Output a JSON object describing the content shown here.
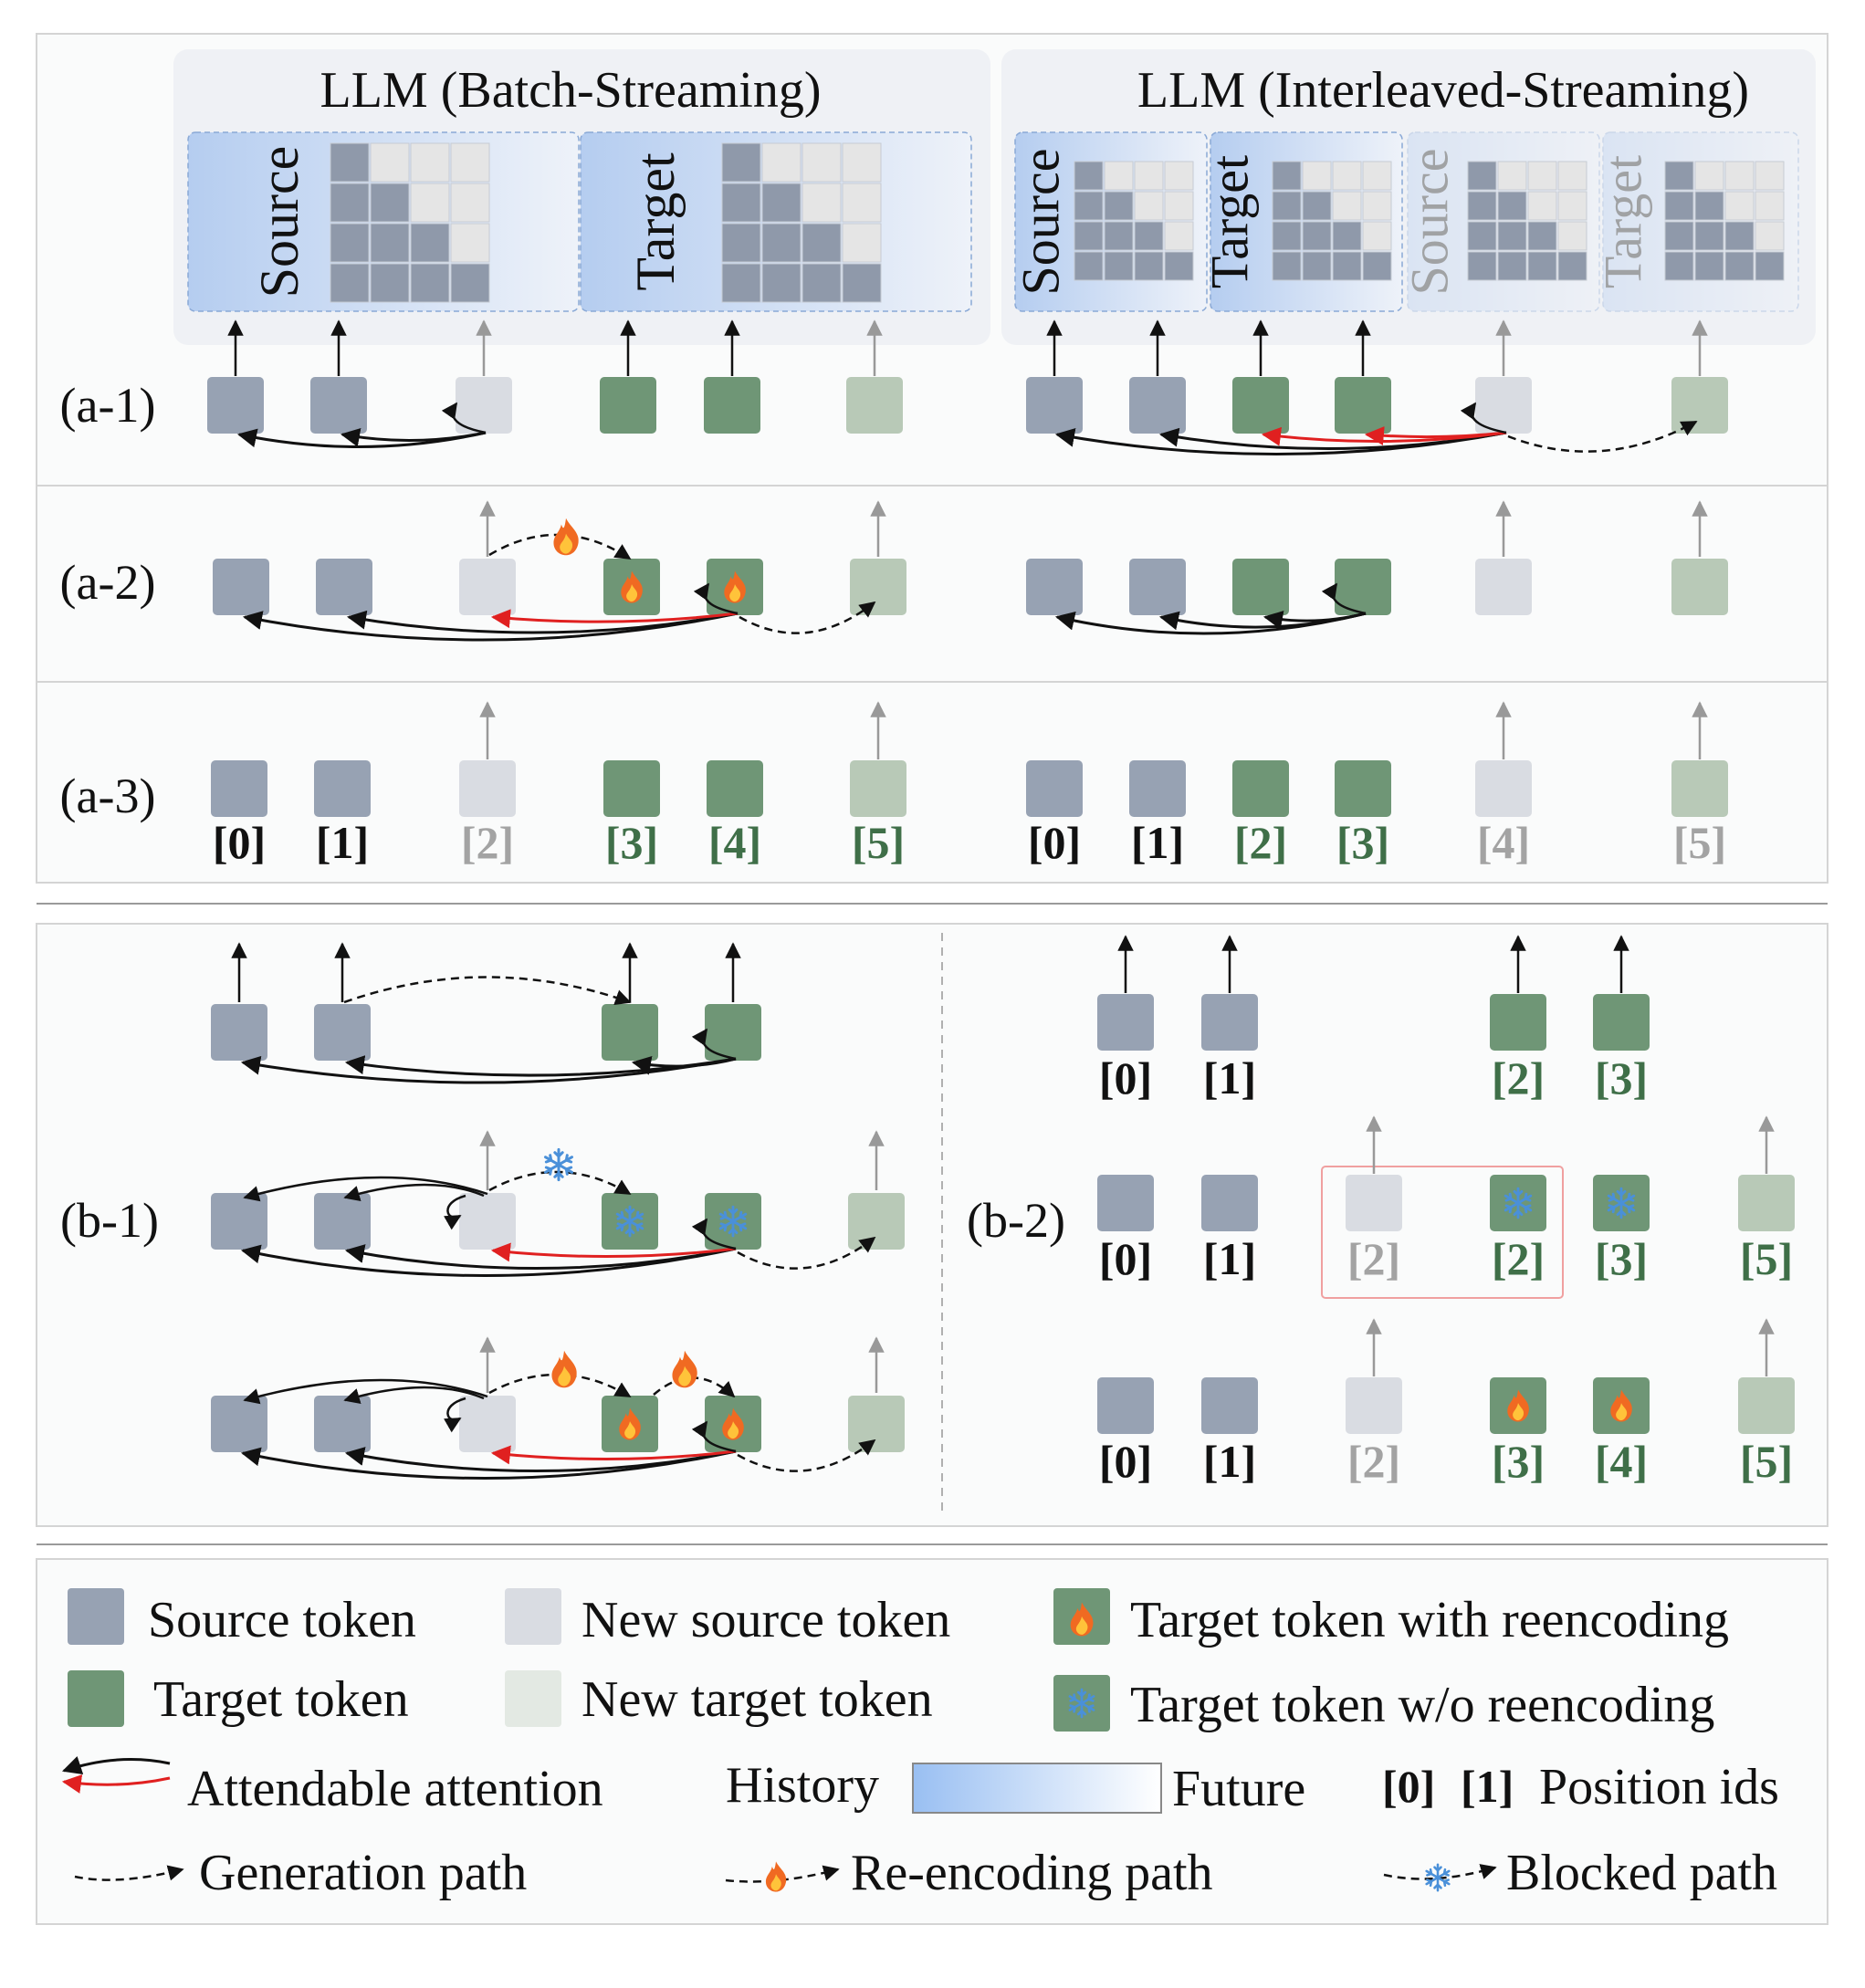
{
  "top": {
    "batch_title": "LLM (Batch-Streaming)",
    "inter_title": "LLM (Interleaved-Streaming)",
    "source_label": "Source",
    "target_label": "Target"
  },
  "rows": {
    "a1": "(a-1)",
    "a2": "(a-2)",
    "a3": "(a-3)",
    "b1": "(b-1)",
    "b2": "(b-2)"
  },
  "positions": {
    "a3_left": [
      "[0]",
      "[1]",
      "[2]",
      "[3]",
      "[4]",
      "[5]"
    ],
    "a3_right": [
      "[0]",
      "[1]",
      "[2]",
      "[3]",
      "[4]",
      "[5]"
    ],
    "b2_top": [
      "[0]",
      "[1]",
      "[2]",
      "[3]"
    ],
    "b2_mid": [
      "[0]",
      "[1]",
      "[2]",
      "[2]",
      "[3]",
      "[5]"
    ],
    "b2_bot": [
      "[0]",
      "[1]",
      "[2]",
      "[3]",
      "[4]",
      "[5]"
    ]
  },
  "legend": {
    "source_token": "Source token",
    "new_source_token": "New source token",
    "target_reenc": "Target token with reencoding",
    "target_token": "Target token",
    "new_target_token": "New target token",
    "target_noreenc": "Target token w/o reencoding",
    "attendable": "Attendable attention",
    "history": "History",
    "future": "Future",
    "pos_ex0": "[0]",
    "pos_ex1": "[1]",
    "pos_ids": "Position ids",
    "gen_path": "Generation path",
    "reenc_path": "Re-encoding path",
    "blocked_path": "Blocked path"
  },
  "colors": {
    "source": "#97a2b3",
    "new_source": "#d9dce2",
    "target": "#6f9676",
    "new_target": "#b8c9b7",
    "red": "#e02020",
    "pos_green": "#3f6f48",
    "pos_gray": "#a3a3a3"
  },
  "icons": {
    "reencode": "flame-icon",
    "blocked": "snowflake-icon",
    "arrow": "up-arrow-icon"
  }
}
